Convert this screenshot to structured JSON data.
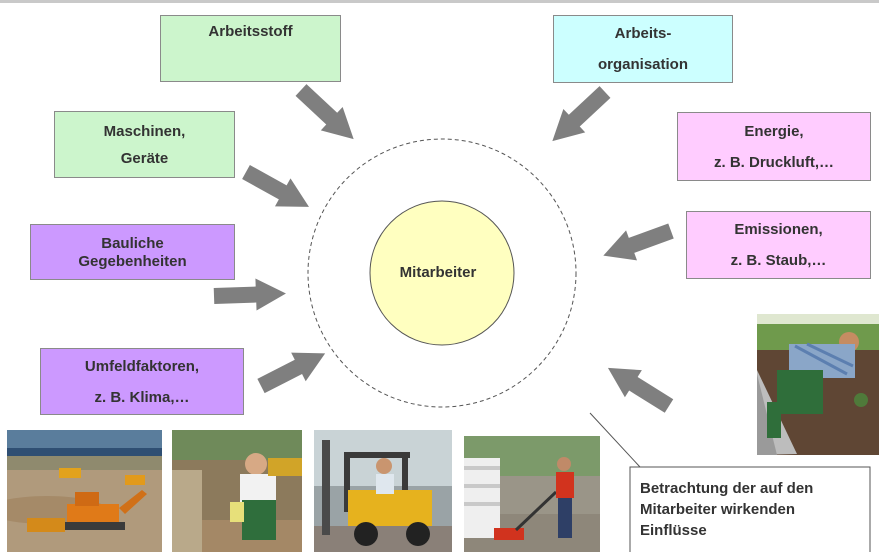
{
  "center": {
    "label": "Mitarbeiter"
  },
  "factors": {
    "arbeitsstoff": {
      "line1": "Arbeitsstoff",
      "color": "#ccf5cc"
    },
    "maschinen": {
      "line1": "Maschinen,",
      "line2": "Geräte",
      "color": "#ccf5cc"
    },
    "bauliche": {
      "line1": "Bauliche",
      "line2": "Gegebenheiten",
      "color": "#cc99ff"
    },
    "umfeld": {
      "line1": "Umfeldfaktoren,",
      "line2": "z. B. Klima,…",
      "color": "#cc99ff"
    },
    "organisation": {
      "line1": "Arbeits-",
      "line2": "organisation",
      "color": "#ccffff"
    },
    "energie": {
      "line1": "Energie,",
      "line2": "z. B. Druckluft,…",
      "color": "#ffccff"
    },
    "emissionen": {
      "line1": "Emissionen,",
      "line2": "z. B. Staub,…",
      "color": "#ffccff"
    }
  },
  "callout": {
    "line1": "Betrachtung der auf den",
    "line2": "Mitarbeiter wirkenden",
    "line3": "Einflüsse"
  },
  "photos": [
    "construction-site-excavators",
    "worker-laying-stones",
    "forklift-driver",
    "worker-pallet-truck",
    "gardener-planting"
  ],
  "colors": {
    "arrow": "#7f7f7f",
    "center_fill": "#ffffc0",
    "center_stroke": "#555555"
  }
}
